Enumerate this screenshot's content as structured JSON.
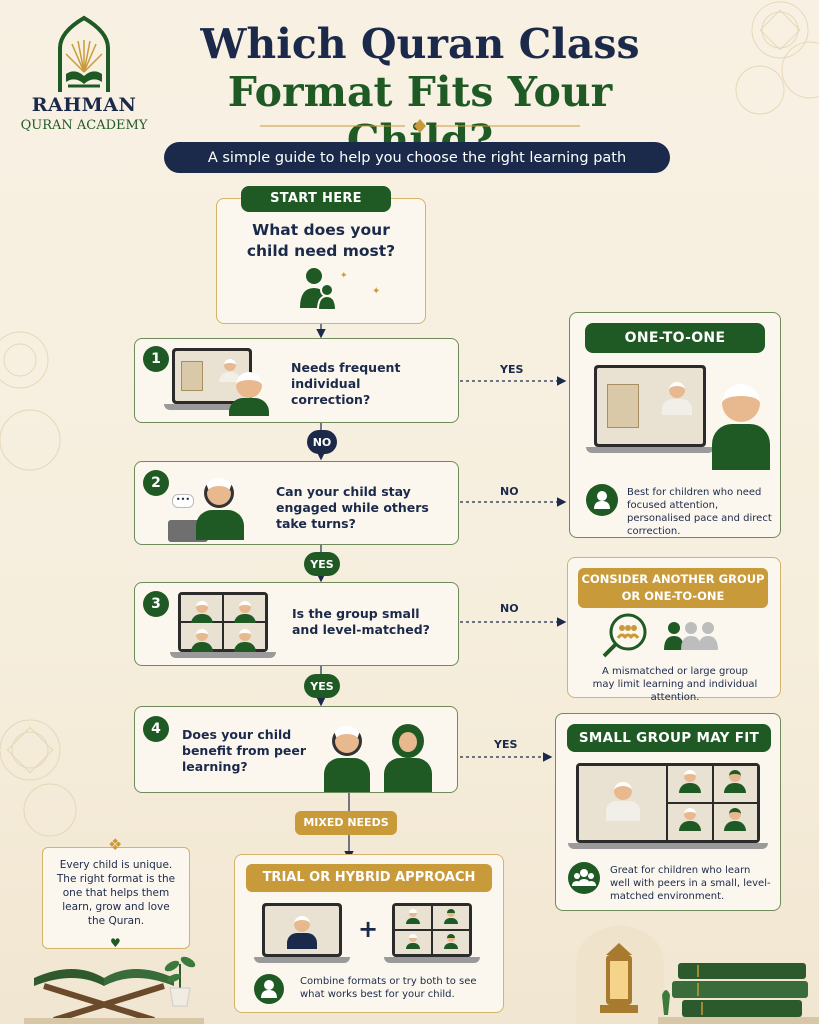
{
  "brand": {
    "line1": "RAHMAN",
    "line2": "QURAN ACADEMY"
  },
  "title": {
    "line1": "Which Quran Class",
    "line2": "Format Fits Your Child?"
  },
  "subtitle": "A simple guide to help you choose the right learning path",
  "start": {
    "badge": "START HERE",
    "question": "What does your child need most?"
  },
  "steps": [
    {
      "number": "1",
      "question": "Needs frequent individual correction?",
      "yes_label": "YES",
      "down_label": "NO"
    },
    {
      "number": "2",
      "question": "Can your child stay engaged while others take turns?",
      "side_label": "NO",
      "down_label": "YES"
    },
    {
      "number": "3",
      "question": "Is the group small and level-matched?",
      "side_label": "NO",
      "down_label": "YES"
    },
    {
      "number": "4",
      "question": "Does your child benefit from peer learning?",
      "side_label": "YES",
      "down_label": "MIXED NEEDS"
    }
  ],
  "one_to_one": {
    "title": "ONE-TO-ONE",
    "desc": "Best for children who need focused attention, personalised pace and direct correction."
  },
  "consider": {
    "title": "CONSIDER ANOTHER GROUP OR ONE-TO-ONE",
    "desc": "A mismatched or large group may limit learning and individual attention."
  },
  "small_group": {
    "title": "SMALL GROUP MAY FIT",
    "desc": "Great for children who learn well with peers in a small, level-matched environment."
  },
  "trial": {
    "title": "TRIAL OR HYBRID APPROACH",
    "plus": "+",
    "desc": "Combine formats or try both to see what works best for your child."
  },
  "note": "Every child is unique. The right format is the one that helps them learn, grow and love the Quran.",
  "colors": {
    "green": "#1f5a25",
    "navy": "#1b2a4a",
    "gold": "#c99a3a",
    "cream": "#f8f1e3"
  }
}
